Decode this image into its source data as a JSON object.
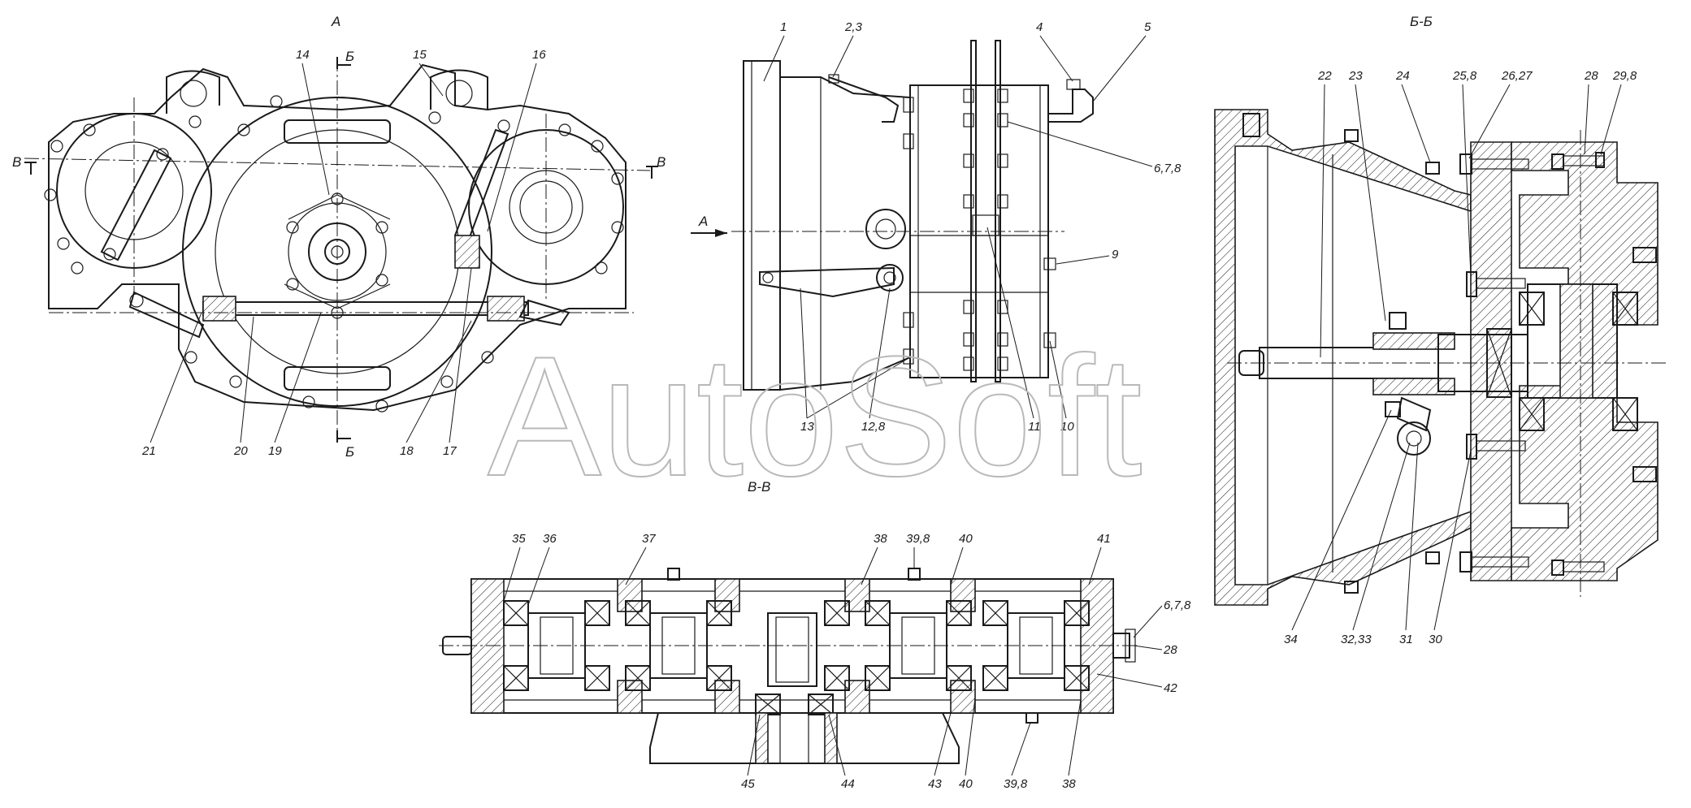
{
  "view_titles": {
    "view_a": "А",
    "view_bb": "Б-Б",
    "view_vv": "В-В"
  },
  "section_marks": {
    "b": "Б",
    "v": "В"
  },
  "watermark": "AutoSoft",
  "callouts_view_a": [
    "14",
    "15",
    "16",
    "21",
    "20",
    "19",
    "18",
    "17"
  ],
  "callouts_side": [
    "1",
    "2,3",
    "4",
    "5",
    "6,7,8",
    "9",
    "10",
    "11",
    "12,8",
    "13"
  ],
  "callouts_bb": [
    "22",
    "23",
    "24",
    "25,8",
    "26,27",
    "28",
    "29,8",
    "34",
    "32,33",
    "31",
    "30"
  ],
  "callouts_vv": [
    "35",
    "36",
    "37",
    "38",
    "39,8",
    "40",
    "41",
    "6,7,8",
    "28",
    "42",
    "45",
    "44",
    "43",
    "40",
    "39,8",
    "38"
  ],
  "arrow_label": "А"
}
